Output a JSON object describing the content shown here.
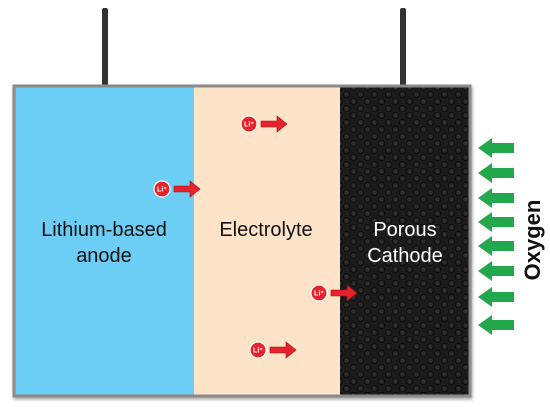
{
  "regions": {
    "anode": {
      "label_line1": "Lithium-based",
      "label_line2": "anode",
      "color": "#6ccdf5"
    },
    "electrolyte": {
      "label": "Electrolyte",
      "color": "#fde3c8"
    },
    "cathode": {
      "label_line1": "Porous",
      "label_line2": "Cathode",
      "color": "#1f1f1f"
    }
  },
  "ion_label": "Li⁺",
  "gas_label": "Oxygen",
  "colors": {
    "frame": "#8a8a8a",
    "ion_fill": "#e8222a",
    "arrow_red": "#e8222a",
    "arrow_green": "#22a84a",
    "wire": "#333333"
  }
}
